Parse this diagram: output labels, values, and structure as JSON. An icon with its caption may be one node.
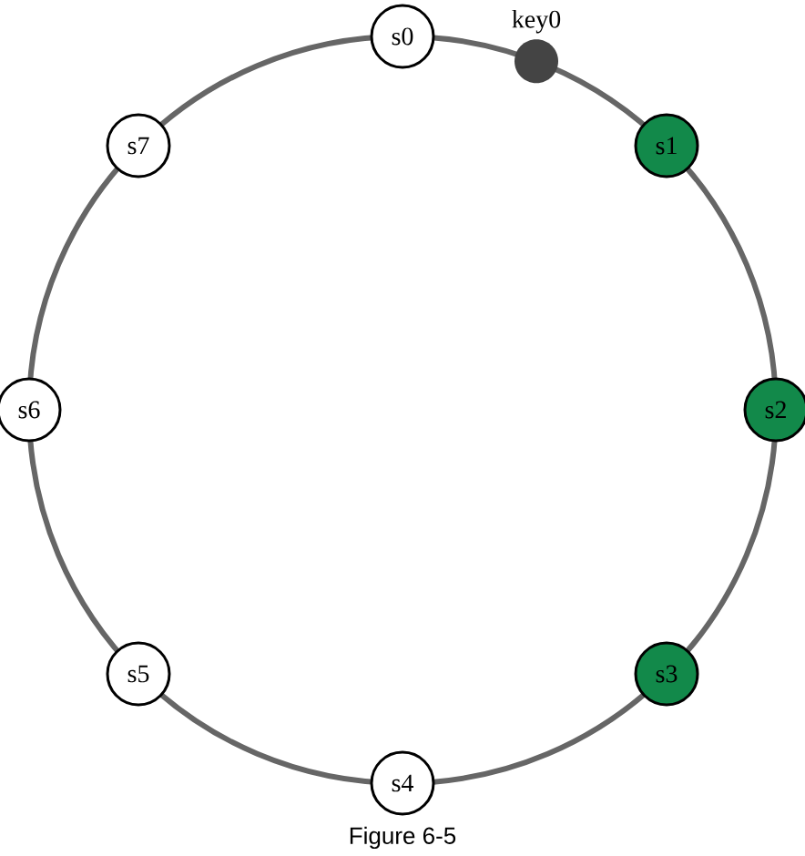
{
  "diagram": {
    "caption": "Figure 6-5",
    "nodes": [
      {
        "text": [
          "s0"
        ]
      },
      {
        "text": [
          "s1"
        ]
      },
      {
        "text": [
          "s2"
        ]
      },
      {
        "text": [
          "s3"
        ]
      },
      {
        "text": [
          "s4"
        ]
      },
      {
        "text": [
          "s5"
        ]
      },
      {
        "text": [
          "s6"
        ]
      },
      {
        "text": [
          "s7"
        ]
      },
      {
        "text": [],
        "shape": "circle",
        "beside": [
          "key0"
        ]
      }
    ],
    "edges": []
  }
}
